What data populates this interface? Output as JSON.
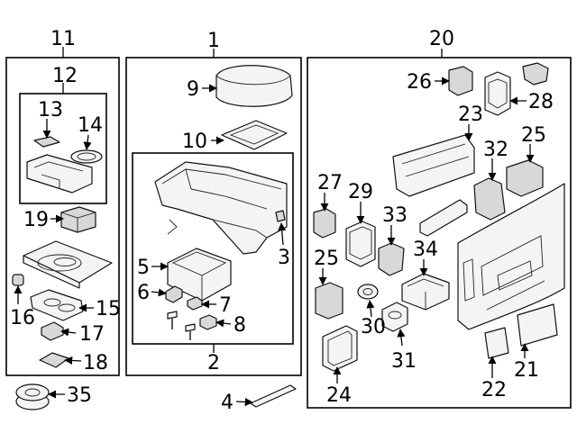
{
  "callouts": {
    "c1": "1",
    "c2": "2",
    "c3": "3",
    "c4": "4",
    "c5": "5",
    "c6": "6",
    "c7": "7",
    "c8": "8",
    "c9": "9",
    "c10": "10",
    "c11": "11",
    "c12": "12",
    "c13": "13",
    "c14": "14",
    "c15": "15",
    "c16": "16",
    "c17": "17",
    "c18": "18",
    "c19": "19",
    "c20": "20",
    "c21": "21",
    "c22": "22",
    "c23": "23",
    "c24": "24",
    "c25a": "25",
    "c25b": "25",
    "c26": "26",
    "c27": "27",
    "c28": "28",
    "c29": "29",
    "c30": "30",
    "c31": "31",
    "c32": "32",
    "c33": "33",
    "c34": "34",
    "c35": "35"
  },
  "colors": {
    "line": "#000000",
    "part_fill": "#f4f4f4",
    "part_shade": "#d8d8d8"
  }
}
